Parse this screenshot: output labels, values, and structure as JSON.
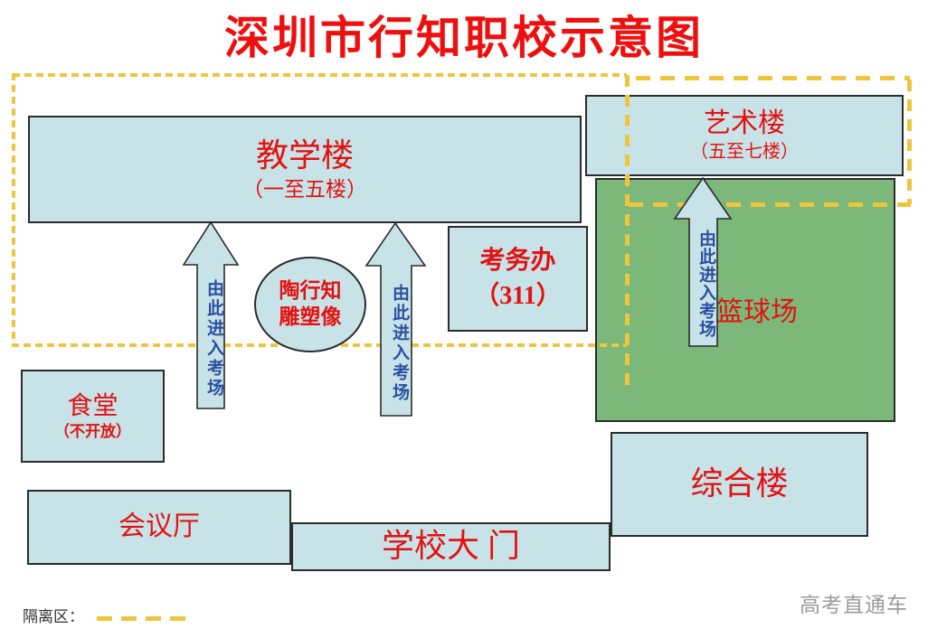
{
  "title": "深圳市行知职校示意图",
  "arrow_label": "由此进入考场",
  "buildings": {
    "teaching": {
      "name": "教学楼",
      "floors": "（一至五楼）"
    },
    "art": {
      "name": "艺术楼",
      "floors": "（五至七楼）"
    },
    "exam_office": {
      "name": "考务办",
      "room": "（311）"
    },
    "statue": {
      "line1": "陶行知",
      "line2": "雕塑像"
    },
    "basketball_court": {
      "name": "篮球场"
    },
    "canteen": {
      "name": "食堂",
      "note": "（不开放）"
    },
    "conference_hall": {
      "name": "会议厅"
    },
    "school_gate": {
      "name": "学校大 门"
    },
    "complex_building": {
      "name": "综合楼"
    }
  },
  "legend": {
    "label": "隔离区："
  },
  "watermark": "高考直通车",
  "colors": {
    "building_fill": "#c8e3e8",
    "court_fill": "#7db87b",
    "dash_yellow": "#eec63e",
    "label_red": "#e31212",
    "title_red": "#ee0f0f",
    "arrow_text_blue": "#2b50a1"
  }
}
